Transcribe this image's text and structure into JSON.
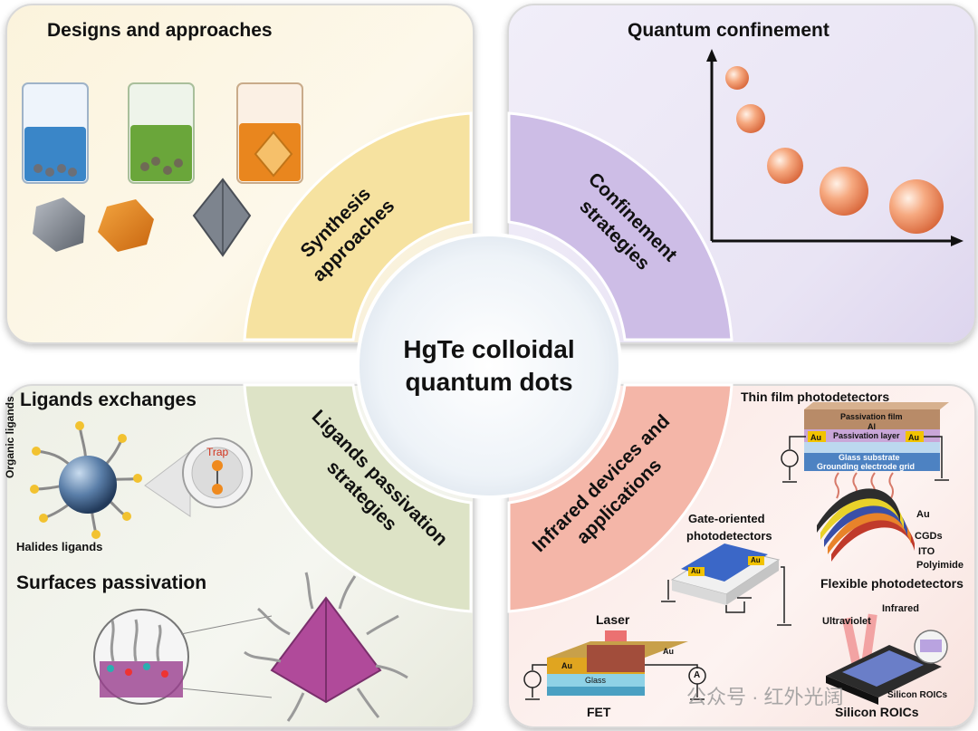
{
  "center": {
    "line1": "HgTe colloidal",
    "line2": "quantum dots"
  },
  "quadrants": {
    "top_left": {
      "title": "Designs and approaches",
      "arc_line1": "Synthesis",
      "arc_line2": "approaches",
      "colors": {
        "beaker_blue": "#3a86c8",
        "beaker_green": "#6aa63a",
        "beaker_orange": "#e9861e",
        "arc": "#f6e2a0"
      }
    },
    "top_right": {
      "title": "Quantum confinement",
      "arc_line1": "Confinement",
      "arc_line2": "strategies",
      "colors": {
        "arc": "#cdbde6",
        "dots": "#f4a27a"
      }
    },
    "bottom_left": {
      "title": "Ligands exchanges",
      "arc_line1": "Ligands passivation",
      "arc_line2": "strategies",
      "label_organic": "Organic ligands",
      "label_halides": "Halides ligands",
      "label_trap": "Trap",
      "subtitle": "Surfaces passivation",
      "colors": {
        "arc": "#dde3c6",
        "pyramid": "#b04a9a"
      }
    },
    "bottom_right": {
      "title": "Thin film photodetectors",
      "arc_line1": "Infrared devices and",
      "arc_line2": "applications",
      "thin_film": {
        "passivation_film": "Passivation film",
        "al": "Al",
        "passivation_layer": "Passivation layer",
        "au_left": "Au",
        "au_right": "Au",
        "glass_substrate": "Glass substrate",
        "grounding": "Grounding electrode grid"
      },
      "flexible": {
        "au": "Au",
        "cgds": "CGDs",
        "ito": "ITO",
        "polyimide": "Polyimide",
        "title": "Flexible photodetectors"
      },
      "gate": {
        "line1": "Gate-oriented",
        "line2": "photodetectors",
        "au_left": "Au",
        "au_right": "Au"
      },
      "fet": {
        "laser": "Laser",
        "au_left": "Au",
        "au_right": "Au",
        "glass": "Glass",
        "title": "FET",
        "meter": "A"
      },
      "roic": {
        "ultraviolet": "Ultraviolet",
        "infrared": "Infrared",
        "chip": "Silicon ROICs",
        "title": "Silicon ROICs"
      },
      "colors": {
        "arc": "#f4b6a8"
      }
    }
  },
  "watermark": "公众号 · 红外光阔"
}
